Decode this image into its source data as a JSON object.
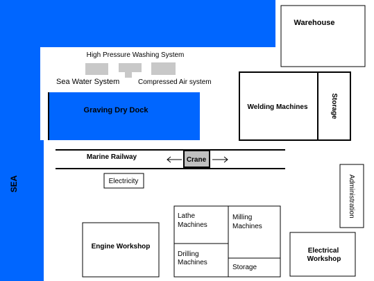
{
  "colors": {
    "sea": "#0066ff",
    "machinery": "#c8c8c8",
    "crane": "#c0c0c0",
    "background": "#ffffff",
    "outline": "#000000"
  },
  "labels": {
    "sea": "SEA",
    "warehouse": "Warehouse",
    "high_pressure": "High Pressure Washing System",
    "sea_water": "Sea Water System",
    "compressed_air": "Compressed Air system",
    "graving_dock": "Graving Dry Dock",
    "welding": "Welding Machines",
    "storage_top": "Storage",
    "marine_railway": "Marine Railway",
    "crane": "Crane",
    "electricity": "Electricity",
    "administration": "Administration",
    "lathe_1": "Lathe",
    "lathe_2": "Machines",
    "milling_1": "Milling",
    "milling_2": "Machines",
    "drilling_1": "Drilling",
    "drilling_2": "Machines",
    "storage_bottom": "Storage",
    "engine_workshop": "Engine Workshop",
    "electrical_1": "Electrical",
    "electrical_2": "Workshop"
  },
  "icons": {
    "crane_left": "arrow-left-icon",
    "crane_right": "arrow-right-icon"
  }
}
